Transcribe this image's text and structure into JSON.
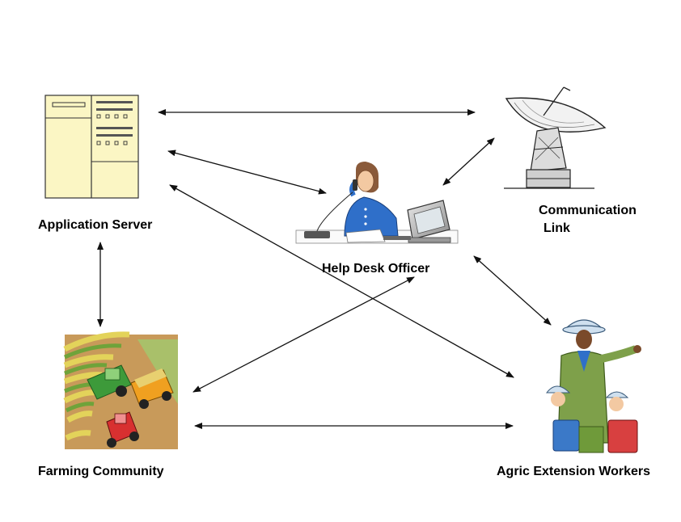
{
  "nodes": {
    "application_server": {
      "label": "Application Server"
    },
    "communication_link": {
      "label_line1": "Communication",
      "label_line2": "Link"
    },
    "help_desk_officer": {
      "label": "Help Desk Officer"
    },
    "farming_community": {
      "label": "Farming Community"
    },
    "agric_extension_workers": {
      "label": "Agric Extension Workers"
    }
  },
  "connections": [
    {
      "from": "application_server",
      "to": "communication_link",
      "direction": "both"
    },
    {
      "from": "application_server",
      "to": "help_desk_officer",
      "direction": "both"
    },
    {
      "from": "application_server",
      "to": "agric_extension_workers",
      "direction": "both"
    },
    {
      "from": "application_server",
      "to": "farming_community",
      "direction": "both"
    },
    {
      "from": "communication_link",
      "to": "help_desk_officer",
      "direction": "both"
    },
    {
      "from": "help_desk_officer",
      "to": "agric_extension_workers",
      "direction": "both"
    },
    {
      "from": "help_desk_officer",
      "to": "farming_community",
      "direction": "both"
    },
    {
      "from": "farming_community",
      "to": "agric_extension_workers",
      "direction": "both"
    }
  ],
  "colors": {
    "server_fill": "#fbf6c4",
    "server_stroke": "#333333",
    "officer_blouse": "#2f6fc9",
    "field_brown": "#c89a5a",
    "field_green": "#6fa33a",
    "worker_green": "#7ea04a",
    "arrow": "#111111"
  }
}
